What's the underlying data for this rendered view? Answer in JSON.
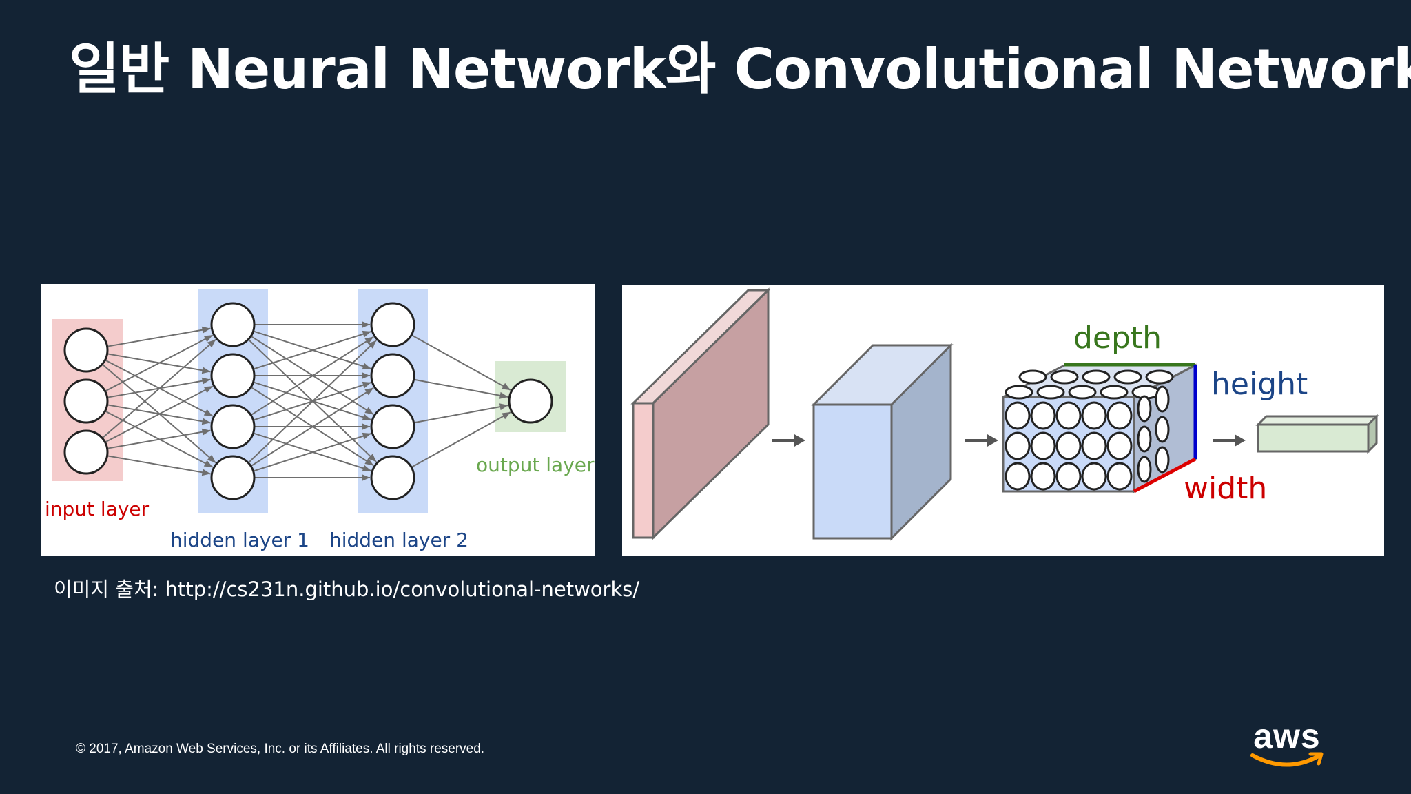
{
  "slide": {
    "title": "일반 Neural Network와 Convolutional Network",
    "caption": "이미지 출처: http://cs231n.github.io/convolutional-networks/",
    "footer": "© 2017, Amazon Web Services, Inc. or its Affiliates. All rights reserved.",
    "logo_text": "aws"
  },
  "nn_diagram": {
    "input_label": "input layer",
    "hidden1_label": "hidden layer 1",
    "hidden2_label": "hidden layer 2",
    "output_label": "output layer",
    "layers": [
      3,
      4,
      4,
      1
    ]
  },
  "cnn_diagram": {
    "depth_label": "depth",
    "height_label": "height",
    "width_label": "width"
  },
  "colors": {
    "background": "#132334",
    "input_band": "#f4cccc",
    "hidden_band": "#c9daf8",
    "output_band": "#d9ead3",
    "input_text": "#cc0000",
    "hidden_text": "#1c4587",
    "output_text": "#6aa84f",
    "depth_green": "#38761d",
    "height_blue": "#0000cc",
    "width_red": "#dd0000",
    "aws_orange": "#ff9900"
  }
}
